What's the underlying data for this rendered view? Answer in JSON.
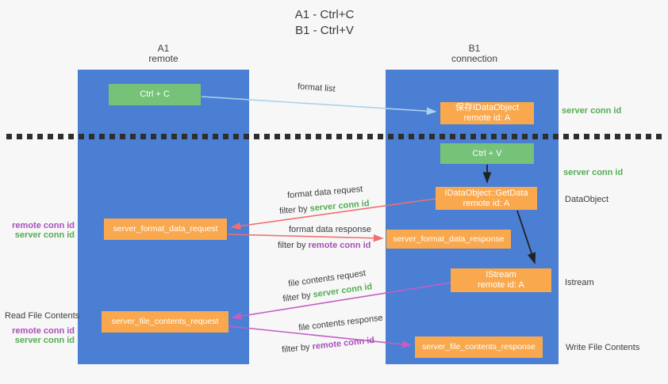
{
  "title": {
    "line1": "A1 - Ctrl+C",
    "line2": "B1 - Ctrl+V"
  },
  "columns": {
    "a": {
      "name": "A1",
      "role": "remote"
    },
    "b": {
      "name": "B1",
      "role": "connection"
    }
  },
  "boxes": {
    "ctrl_c": {
      "label": "Ctrl + C"
    },
    "save_dataobject": {
      "line1": "保存IDataObject",
      "line2": "remote id: A"
    },
    "ctrl_v": {
      "label": "Ctrl + V"
    },
    "getdata": {
      "line1": "IDataObject::GetData",
      "line2": "remote id: A"
    },
    "format_request": {
      "label": "server_format_data_request"
    },
    "format_response": {
      "label": "server_format_data_response"
    },
    "istream": {
      "line1": "IStream",
      "line2": "remote id: A"
    },
    "file_request": {
      "label": "server_file_contents_request"
    },
    "file_response": {
      "label": "server_file_contents_response"
    }
  },
  "terms": {
    "server_conn_id": "server conn id",
    "remote_conn_id": "remote conn id",
    "filter_by": "filter by"
  },
  "flow_labels": {
    "format_list": "format list",
    "format_data_request": "format data request",
    "format_data_response": "format data response",
    "file_contents_request": "file contents request",
    "file_contents_response": "file contents response"
  },
  "annotations": {
    "dataobject": "DataObject",
    "istream": "Istream",
    "read_file_contents": "Read File Contents",
    "write_file_contents": "Write File Contents"
  },
  "colors": {
    "column_blue": "#4a7fd4",
    "box_green": "#76c279",
    "box_orange": "#f9a84d",
    "arrow_light_blue": "#abd2ec",
    "arrow_red": "#f06f6f",
    "arrow_magenta": "#c45ec4",
    "arrow_black": "#222222",
    "text_green": "#53ad53",
    "text_purple": "#a94fb8",
    "text_dark": "#3c3c3c",
    "background": "#f7f7f7"
  }
}
